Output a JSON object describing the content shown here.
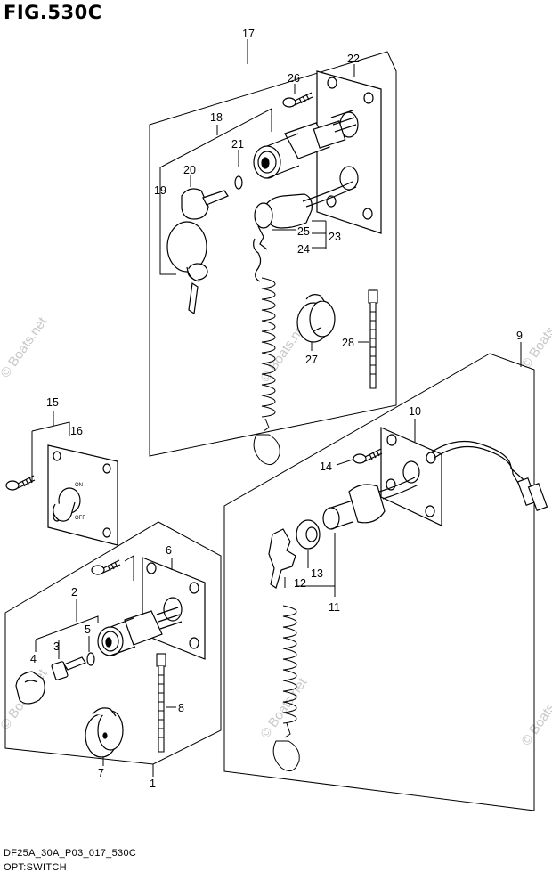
{
  "figure": {
    "title": "FIG.530C",
    "footer_code": "DF25A_30A_P03_017_530C",
    "footer_name": "OPT:SWITCH"
  },
  "watermark": "© Boats.net",
  "callouts": [
    {
      "id": "c17",
      "label": "17"
    },
    {
      "id": "c22",
      "label": "22"
    },
    {
      "id": "c26",
      "label": "26"
    },
    {
      "id": "c18",
      "label": "18"
    },
    {
      "id": "c21",
      "label": "21"
    },
    {
      "id": "c20",
      "label": "20"
    },
    {
      "id": "c19",
      "label": "19"
    },
    {
      "id": "c25",
      "label": "25"
    },
    {
      "id": "c23",
      "label": "23"
    },
    {
      "id": "c24",
      "label": "24"
    },
    {
      "id": "c27",
      "label": "27"
    },
    {
      "id": "c28",
      "label": "28"
    },
    {
      "id": "c9",
      "label": "9"
    },
    {
      "id": "c10",
      "label": "10"
    },
    {
      "id": "c14",
      "label": "14"
    },
    {
      "id": "c13",
      "label": "13"
    },
    {
      "id": "c12",
      "label": "12"
    },
    {
      "id": "c11",
      "label": "11"
    },
    {
      "id": "c15",
      "label": "15"
    },
    {
      "id": "c16",
      "label": "16"
    },
    {
      "id": "c6",
      "label": "6"
    },
    {
      "id": "c2",
      "label": "2"
    },
    {
      "id": "c3",
      "label": "3"
    },
    {
      "id": "c4",
      "label": "4"
    },
    {
      "id": "c5",
      "label": "5"
    },
    {
      "id": "c8",
      "label": "8"
    },
    {
      "id": "c7",
      "label": "7"
    },
    {
      "id": "c1",
      "label": "1"
    }
  ],
  "switch_plate_labels": {
    "on": "ON",
    "off": "OFF"
  }
}
